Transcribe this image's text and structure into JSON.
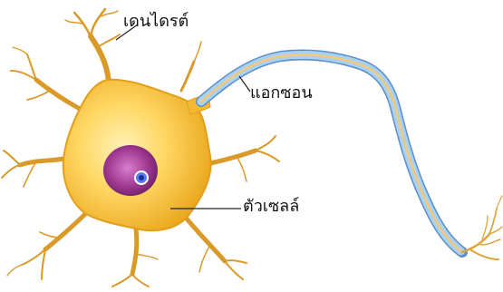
{
  "diagram": {
    "labels": {
      "dendrite": "เดนไดรต์",
      "axon": "แอกซอน",
      "cell_body": "ตัวเซลล์"
    },
    "colors": {
      "soma_fill": "#f8c13a",
      "soma_edge": "#e9a41c",
      "nucleus": "#a23a93",
      "nucleolus": "#2f4fd0",
      "myelin": "#8fc0ea",
      "axon_core": "#f3c77c",
      "background": "#ffffff"
    }
  }
}
